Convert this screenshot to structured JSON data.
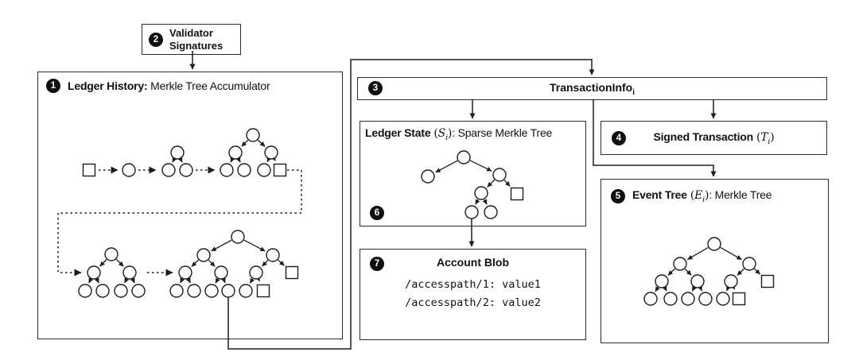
{
  "boxes": {
    "ledger_history": {
      "number": "1",
      "title_bold": "Ledger History:",
      "title_rest": "Merkle Tree Accumulator"
    },
    "validator_signatures": {
      "number": "2",
      "label": "Validator Signatures"
    },
    "transaction_info": {
      "number": "3",
      "label": "TransactionInfo",
      "subscript": "i"
    },
    "signed_transaction": {
      "number": "4",
      "title_bold": "Signed Transaction",
      "math_open": "(",
      "math_var": "T",
      "math_sub": "i",
      "math_close": ")",
      "title_rest": ""
    },
    "event_tree": {
      "number": "5",
      "title_bold": "Event Tree",
      "math_open": "(",
      "math_var": "E",
      "math_sub": "i",
      "math_close": ")",
      "title_rest": ": Merkle Tree"
    },
    "ledger_state": {
      "number": "6",
      "title_bold": "Ledger State",
      "math_open": "(",
      "math_var": "S",
      "math_sub": "i",
      "math_close": ")",
      "title_rest": ": Sparse Merkle Tree"
    },
    "account_blob": {
      "number": "7",
      "title": "Account Blob",
      "entries": [
        "/accesspath/1: value1",
        "/accesspath/2: value2"
      ]
    }
  },
  "colors": {
    "line": "#1d1d1d",
    "border": "#2b2b2b",
    "background": "#ffffff",
    "badge_bg": "#0f0f0f",
    "badge_text": "#ffffff"
  }
}
